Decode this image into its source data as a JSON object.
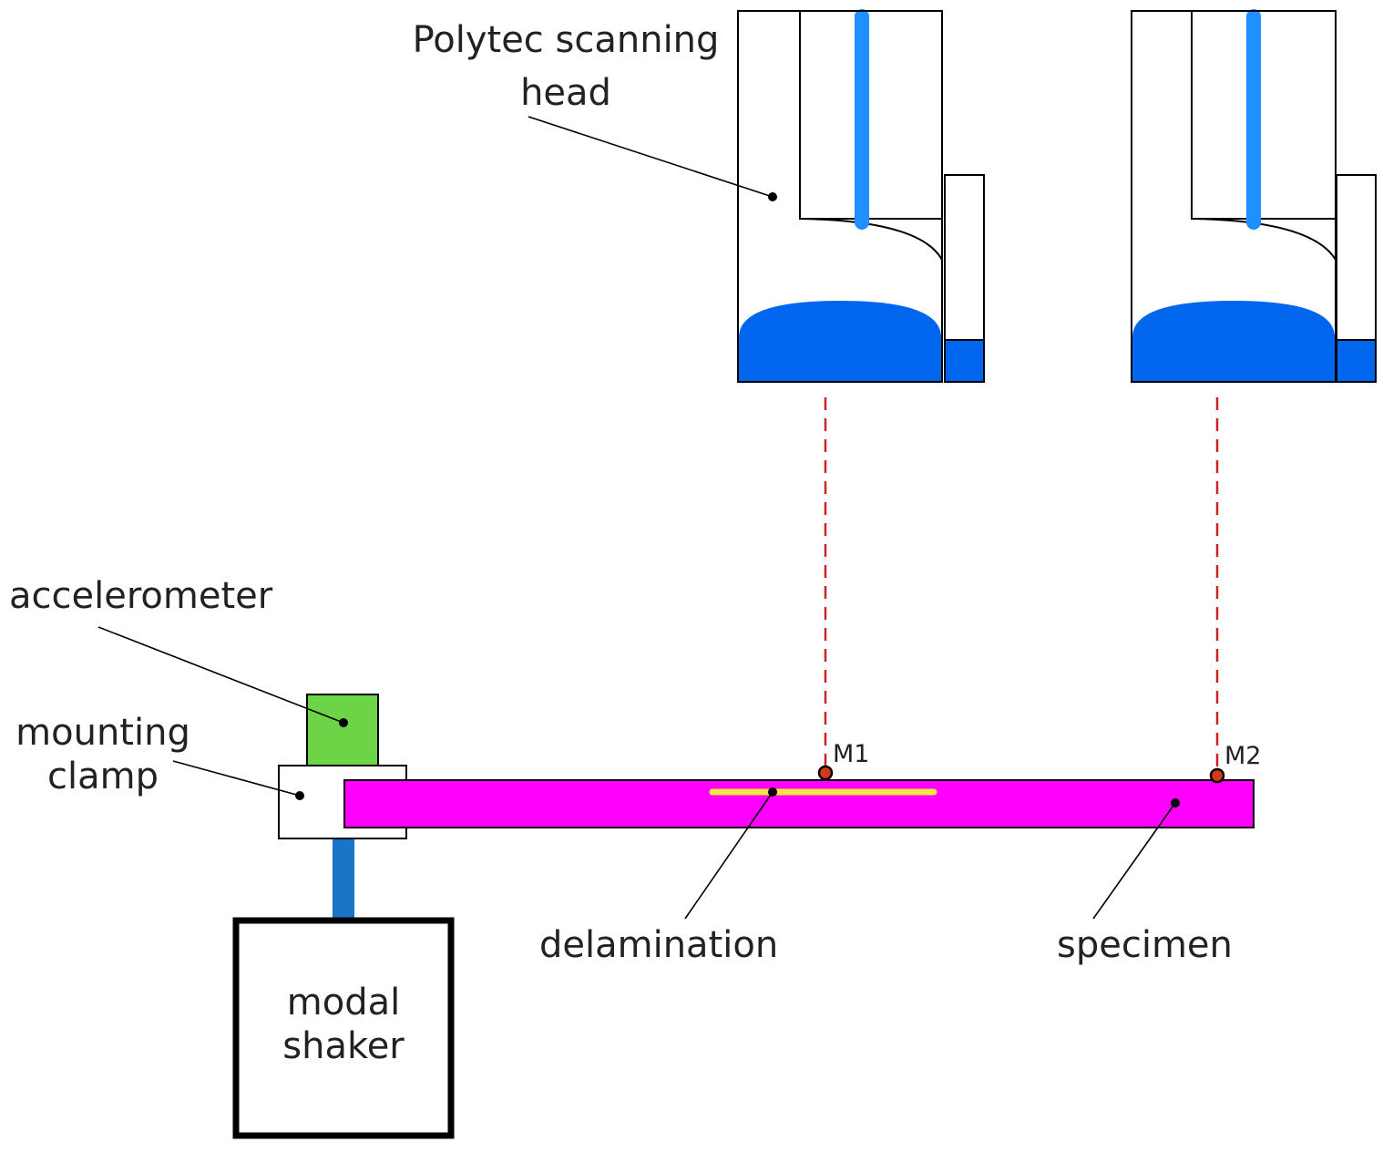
{
  "labels": {
    "scanning_head_line1": "Polytec scanning",
    "scanning_head_line2": "head",
    "accelerometer": "accelerometer",
    "mounting_line1": "mounting",
    "mounting_line2": "clamp",
    "delamination": "delamination",
    "specimen": "specimen",
    "shaker_line1": "modal",
    "shaker_line2": "shaker",
    "point_m1": "M1",
    "point_m2": "M2"
  },
  "colors": {
    "head_blue": "#0066ee",
    "laser_blue": "#1e90ff",
    "accelerometer": "#6dd447",
    "specimen": "#ff00ff",
    "delamination": "#f5e642",
    "laser_beam": "#cc2222",
    "shaker_rod": "#1a75c9",
    "stroke": "#000000"
  }
}
